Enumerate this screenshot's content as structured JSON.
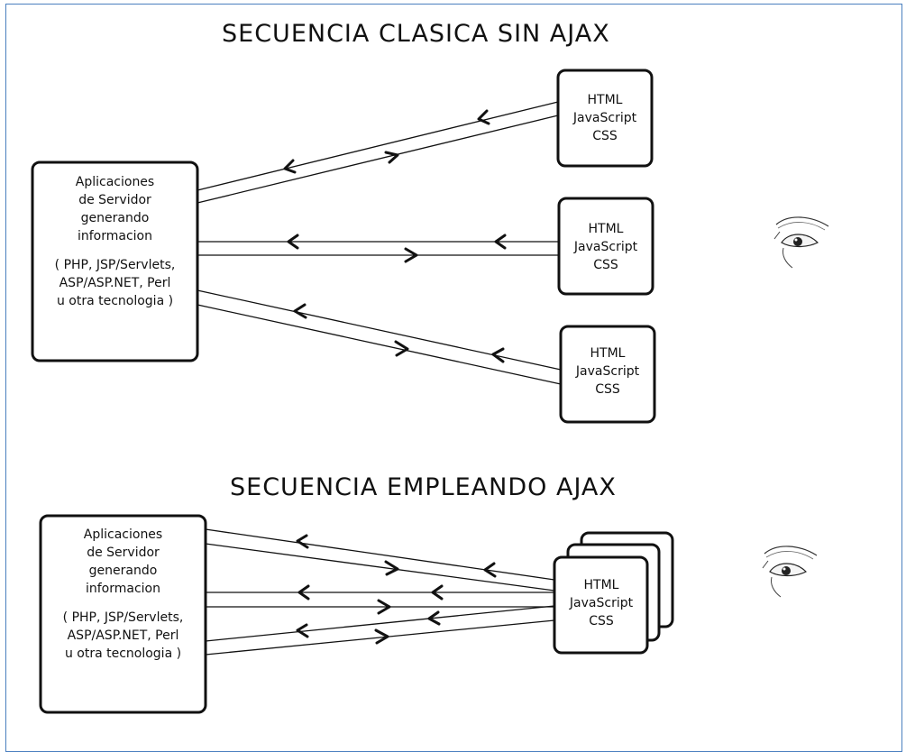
{
  "title_classic": "SECUENCIA  CLASICA  SIN  AJAX",
  "title_ajax": "SECUENCIA EMPLEANDO AJAX",
  "server": {
    "lines": [
      "Aplicaciones",
      "de Servidor",
      "generando",
      "informacion",
      "",
      "( PHP, JSP/Servlets,",
      "ASP/ASP.NET, Perl",
      "u otra tecnologia )"
    ]
  },
  "client": {
    "lines": [
      "HTML",
      "JavaScript",
      "CSS"
    ]
  },
  "icons": {
    "eye_top": "eye-icon",
    "eye_bottom": "eye-icon"
  }
}
